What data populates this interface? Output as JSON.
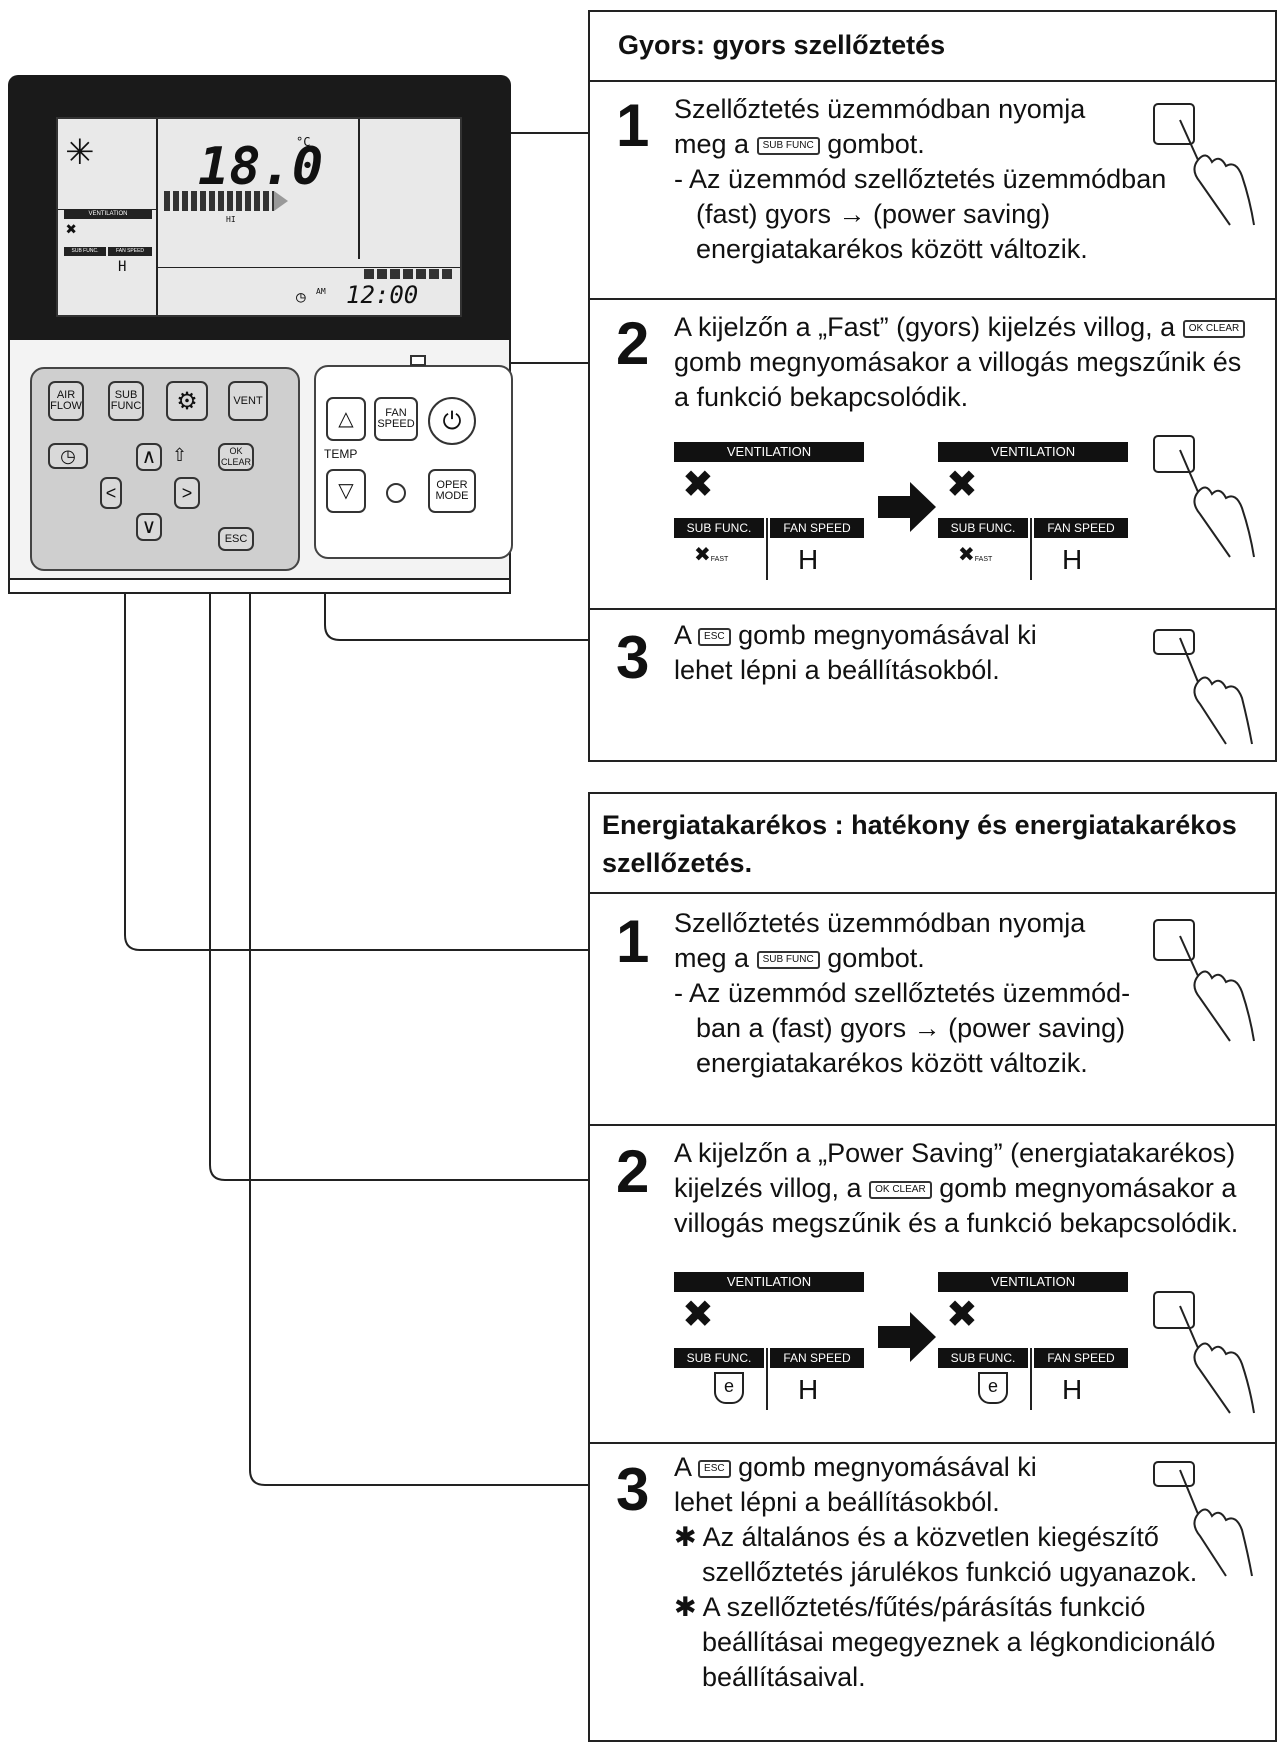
{
  "remote": {
    "lcd_temp": "18.0",
    "lcd_temp_unit": "°C",
    "lcd_ventilation": "VENTILATION",
    "lcd_sub_func": "SUB FUNC.",
    "lcd_fan_speed": "FAN SPEED",
    "lcd_fan_value": "H",
    "lcd_hi": "HI",
    "lcd_am": "AM",
    "lcd_time": "12:00",
    "buttons": {
      "air_flow": "AIR FLOW",
      "sub_func": "SUB FUNC",
      "vent": "VENT",
      "ok_clear": "OK CLEAR",
      "esc": "ESC",
      "fan_speed": "FAN SPEED",
      "temp": "TEMP",
      "oper_mode": "OPER MODE",
      "up": "△",
      "down": "▽",
      "left": "<",
      "right": ">",
      "nav_up": "∧",
      "nav_down": "∨"
    }
  },
  "section1": {
    "title": "Gyors: gyors szellőztetés",
    "step1": {
      "num": "1",
      "line1": "Szellőztetés üzemmódban nyomja",
      "line2a": "meg a",
      "line2b": "gombot.",
      "line3": "- Az üzemmód szellőztetés üzemmódban",
      "line4": "(fast) gyors → (power saving)",
      "line5": "energiatakarékos között változik."
    },
    "step2": {
      "num": "2",
      "line1": "A kijelzőn a „Fast” (gyors) kijelzés villog, a",
      "line2": "gomb megnyomásakor a villogás megszűnik és",
      "line3": "a funkció bekapcsolódik.",
      "diagram_before": {
        "ventilation": "VENTILATION",
        "sub_func": "SUB FUNC.",
        "fan_speed": "FAN SPEED",
        "fan_value": "H",
        "mode": "FAST"
      },
      "diagram_after": {
        "ventilation": "VENTILATION",
        "sub_func": "SUB FUNC.",
        "fan_speed": "FAN SPEED",
        "fan_value": "H",
        "mode": "FAST"
      }
    },
    "step3": {
      "num": "3",
      "line1a": "A",
      "line1b": "gomb megnyomásával ki",
      "line2": "lehet lépni a beállításokból."
    }
  },
  "section2": {
    "title_line1": "Energiatakarékos : hatékony és energiatakarékos",
    "title_line2": "szellőzetés.",
    "step1": {
      "num": "1",
      "line1": "Szellőztetés üzemmódban nyomja",
      "line2a": "meg a",
      "line2b": "gombot.",
      "line3": "- Az üzemmód szellőztetés üzemmód-",
      "line4": "ban a (fast) gyors → (power saving)",
      "line5": "energiatakarékos között változik."
    },
    "step2": {
      "num": "2",
      "line1": "A kijelzőn a „Power Saving” (energiatakarékos)",
      "line2a": "kijelzés villog, a",
      "line2b": "gomb megnyomásakor a",
      "line3": "villogás megszűnik és a funkció bekapcsolódik.",
      "diagram_before": {
        "ventilation": "VENTILATION",
        "sub_func": "SUB FUNC.",
        "fan_speed": "FAN SPEED",
        "fan_value": "H",
        "mode": "e"
      },
      "diagram_after": {
        "ventilation": "VENTILATION",
        "sub_func": "SUB FUNC.",
        "fan_speed": "FAN SPEED",
        "fan_value": "H",
        "mode": "e"
      }
    },
    "step3": {
      "num": "3",
      "line1a": "A",
      "line1b": "gomb megnyomásával ki",
      "line2": "lehet lépni a beállításokból.",
      "note1_line1": "✱ Az általános és a közvetlen kiegészítő",
      "note1_line2": "szellőztetés járulékos funkció ugyanazok.",
      "note2_line1": "✱ A szellőztetés/fűtés/párásítás funkció",
      "note2_line2": "beállításai megegyeznek a légkondicionáló",
      "note2_line3": "beállításaival."
    }
  },
  "inline_buttons": {
    "sub_func": "SUB FUNC",
    "ok_clear": "OK CLEAR",
    "esc": "ESC"
  }
}
